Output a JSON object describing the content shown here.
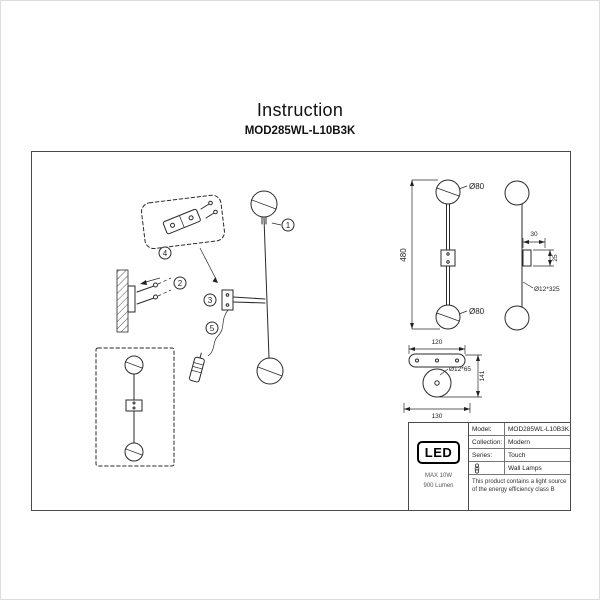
{
  "header": {
    "title": "Instruction",
    "model": "MOD285WL-L10B3K"
  },
  "steps": {
    "s1": "1",
    "s2": "2",
    "s3": "3",
    "s4": "4",
    "s5": "5"
  },
  "dims": {
    "front_top_dia": "Ø80",
    "front_height": "480",
    "front_bottom_dia": "Ø80",
    "side_bracket_w": "30",
    "side_bracket_h": "25",
    "side_rod": "Ø12*325",
    "plan_plate_w": "120",
    "plan_depth": "141",
    "plan_rod": "Ø12*65",
    "plan_width": "130"
  },
  "badge": {
    "led": "LED",
    "power": "MAX 10W",
    "lumen": "900 Lumen"
  },
  "spec": {
    "model_label": "Model:",
    "model_value": "MOD285WL-L10B3K",
    "collection_label": "Collection:",
    "collection_value": "Modern",
    "series_label": "Series:",
    "series_value": "Touch",
    "type_value": "Wall Lamps",
    "energy_note": "This product contains a light source of the energy efficiency class B"
  }
}
